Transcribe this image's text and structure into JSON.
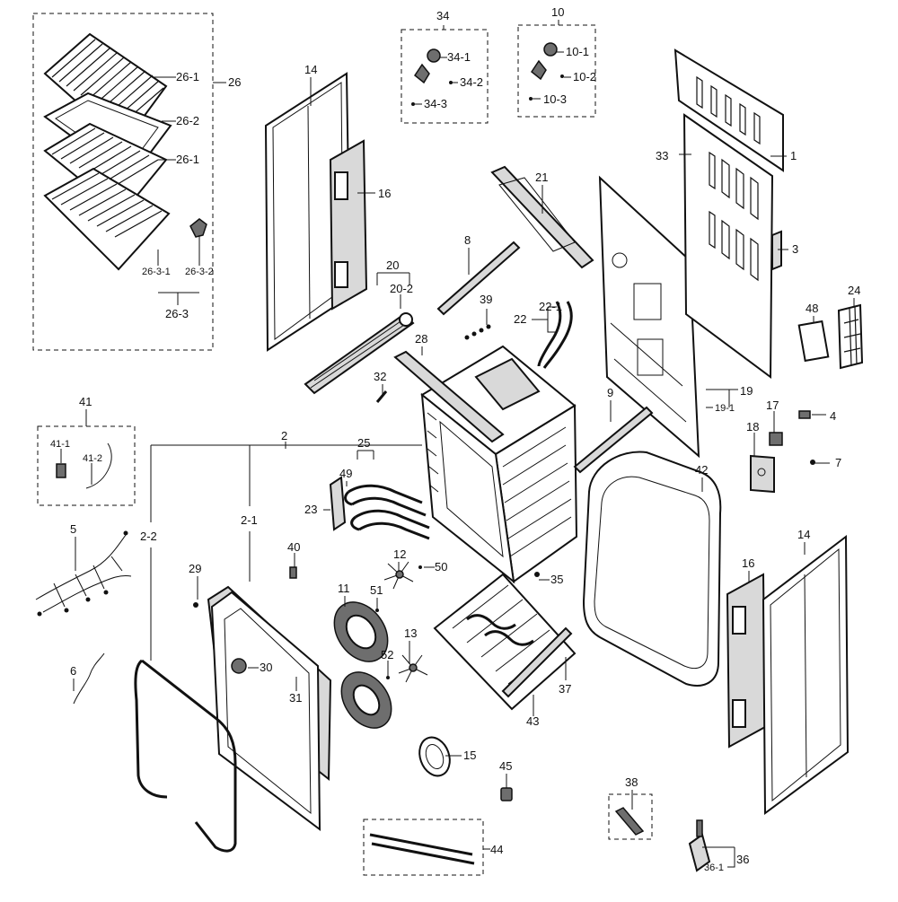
{
  "labels": [
    {
      "text": "1"
    },
    {
      "text": "2"
    },
    {
      "text": "2-1"
    },
    {
      "text": "2-2"
    },
    {
      "text": "3"
    },
    {
      "text": "4"
    },
    {
      "text": "5"
    },
    {
      "text": "6"
    },
    {
      "text": "7"
    },
    {
      "text": "8"
    },
    {
      "text": "9"
    },
    {
      "text": "10"
    },
    {
      "text": "10-1"
    },
    {
      "text": "10-2"
    },
    {
      "text": "10-3"
    },
    {
      "text": "11"
    },
    {
      "text": "12"
    },
    {
      "text": "13"
    },
    {
      "text": "14"
    },
    {
      "text": "14"
    },
    {
      "text": "15"
    },
    {
      "text": "16"
    },
    {
      "text": "16"
    },
    {
      "text": "17"
    },
    {
      "text": "18"
    },
    {
      "text": "19"
    },
    {
      "text": "19-1"
    },
    {
      "text": "20"
    },
    {
      "text": "20-2"
    },
    {
      "text": "21"
    },
    {
      "text": "22"
    },
    {
      "text": "22-1"
    },
    {
      "text": "23"
    },
    {
      "text": "24"
    },
    {
      "text": "25"
    },
    {
      "text": "26"
    },
    {
      "text": "26-1"
    },
    {
      "text": "26-2"
    },
    {
      "text": "26-1"
    },
    {
      "text": "26-3-1"
    },
    {
      "text": "26-3-2"
    },
    {
      "text": "26-3"
    },
    {
      "text": "28"
    },
    {
      "text": "29"
    },
    {
      "text": "30"
    },
    {
      "text": "31"
    },
    {
      "text": "32"
    },
    {
      "text": "33"
    },
    {
      "text": "34"
    },
    {
      "text": "34-1"
    },
    {
      "text": "34-2"
    },
    {
      "text": "34-3"
    },
    {
      "text": "35"
    },
    {
      "text": "36"
    },
    {
      "text": "36-1"
    },
    {
      "text": "37"
    },
    {
      "text": "38"
    },
    {
      "text": "39"
    },
    {
      "text": "40"
    },
    {
      "text": "41"
    },
    {
      "text": "41-1"
    },
    {
      "text": "41-2"
    },
    {
      "text": "42"
    },
    {
      "text": "43"
    },
    {
      "text": "44"
    },
    {
      "text": "45"
    },
    {
      "text": "48"
    },
    {
      "text": "49"
    },
    {
      "text": "50"
    },
    {
      "text": "51"
    },
    {
      "text": "52"
    }
  ]
}
